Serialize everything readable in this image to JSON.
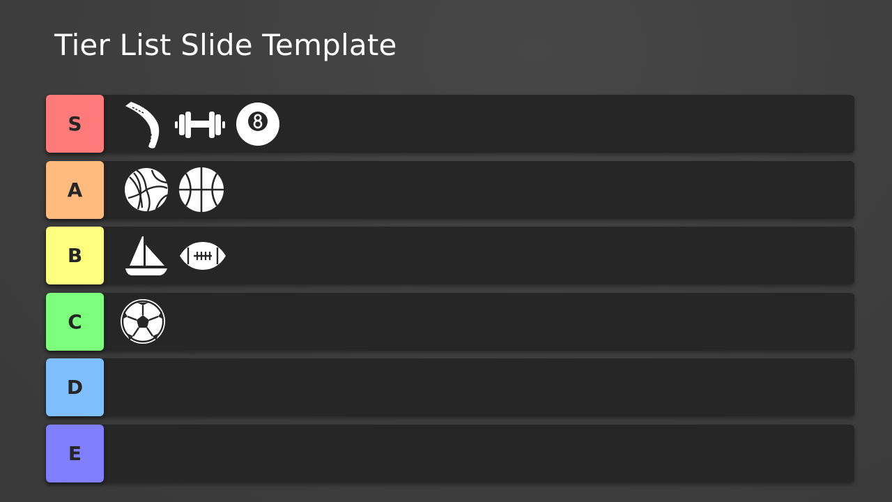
{
  "slide": {
    "title": "Tier List Slide Template"
  },
  "tiers": [
    {
      "label": "S",
      "color": "#ff7b7b",
      "items": [
        "boomerang-icon",
        "dumbbell-icon",
        "eight-ball-icon"
      ]
    },
    {
      "label": "A",
      "color": "#ffbb7d",
      "items": [
        "volleyball-icon",
        "basketball-icon"
      ]
    },
    {
      "label": "B",
      "color": "#ffff7f",
      "items": [
        "sailboat-icon",
        "american-football-icon"
      ]
    },
    {
      "label": "C",
      "color": "#7dff7d",
      "items": [
        "soccer-ball-icon"
      ]
    },
    {
      "label": "D",
      "color": "#7fbfff",
      "items": []
    },
    {
      "label": "E",
      "color": "#7f7fff",
      "items": []
    }
  ]
}
